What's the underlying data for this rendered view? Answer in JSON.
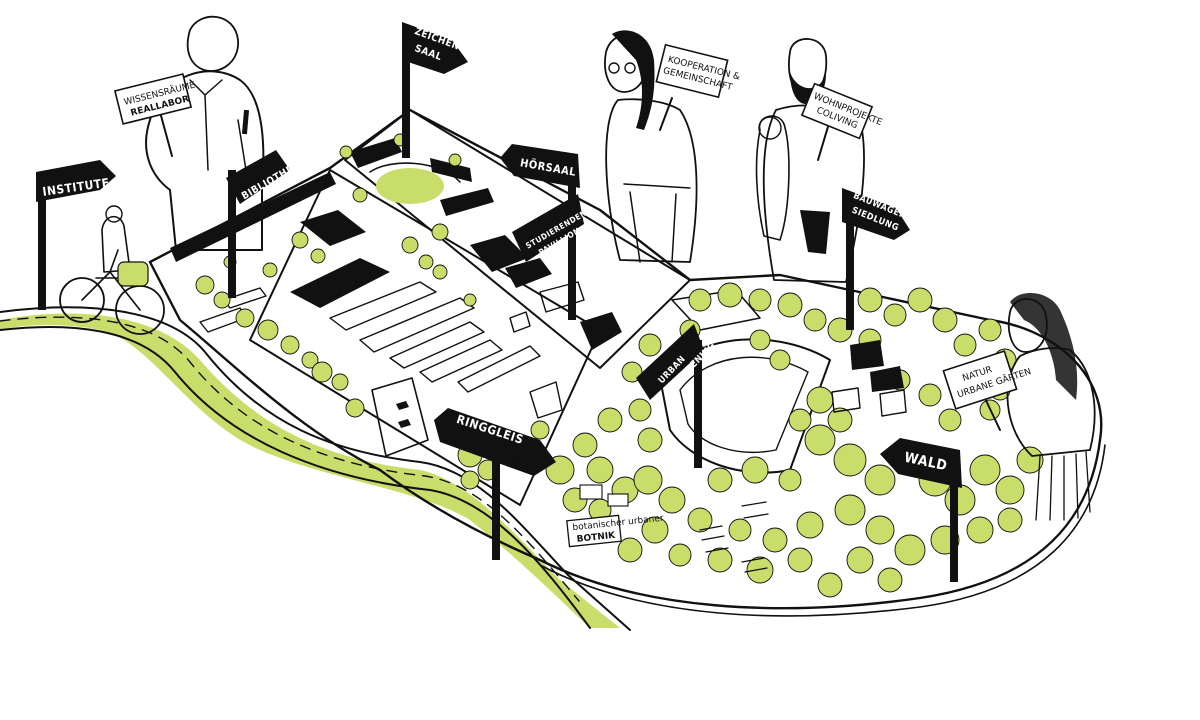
{
  "signs": {
    "institute": "INSTITUTE",
    "bibliothek": "BIBLIOTHEK",
    "zeichensaal_1": "ZEICHEN",
    "zeichensaal_2": "SAAL",
    "horsaal": "HÖRSAAL",
    "studierenden_1": "STUDIERENDEN-",
    "studierenden_2": "PAVILLION",
    "urban_1": "URBAN",
    "urban_2": "GARDENING",
    "ringgleis": "RINGGLEIS",
    "bauwagen_1": "BAUWAGEN-",
    "bauwagen_2": "SIEDLUNG",
    "wald": "WALD"
  },
  "placards": {
    "wissensraume_1": "WISSENSRÄUME",
    "wissensraume_2": "REALLABOR",
    "kooperation_1": "KOOPERATION &",
    "kooperation_2": "GEMEINSCHAFT",
    "wohnprojekte_1": "WOHNPROJEKTE",
    "wohnprojekte_2": "COLIVING",
    "natur_1": "NATUR",
    "natur_2": "URBANE GÄRTEN"
  },
  "board": {
    "line1": "botanischer urbaner",
    "line2": "BOTNIK"
  },
  "colors": {
    "ink": "#111111",
    "green": "#c9dd6a",
    "paper": "#ffffff"
  }
}
